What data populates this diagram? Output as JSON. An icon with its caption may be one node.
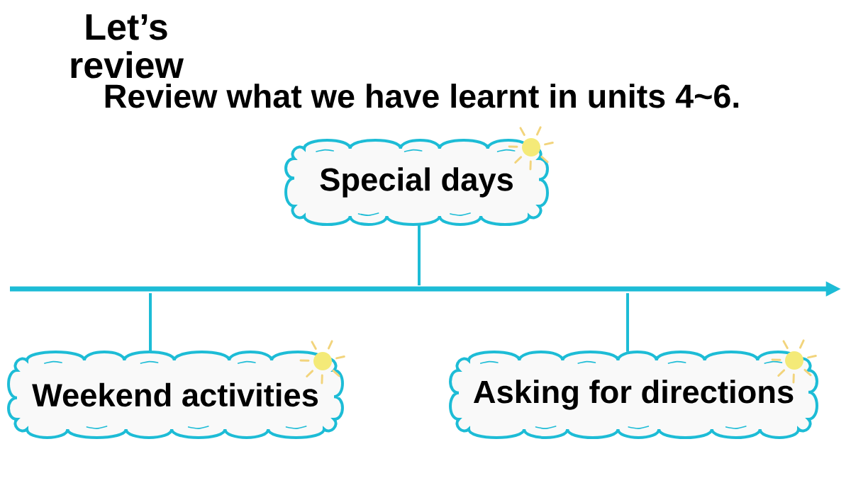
{
  "diagram": {
    "title": "Let’s review",
    "nodes": [
      {
        "text": [
          "Special days"
        ]
      },
      {
        "text": [
          "Weekend activities"
        ]
      },
      {
        "text": [
          "Asking for directions"
        ]
      }
    ],
    "edges": [
      {
        "from": null,
        "to": 0,
        "arrow": "none"
      },
      {
        "from": null,
        "to": 1,
        "arrow": "none"
      },
      {
        "from": null,
        "to": 2,
        "arrow": "none"
      }
    ],
    "labels": [
      "Review what we have learnt in units 4~6."
    ]
  }
}
